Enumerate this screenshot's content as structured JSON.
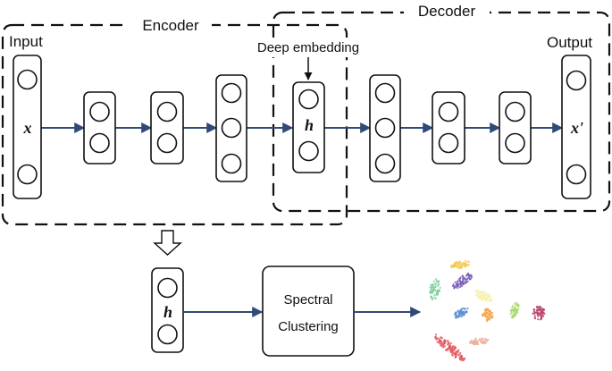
{
  "encoder": {
    "title": "Encoder",
    "input_label": "Input",
    "input_var": "x"
  },
  "decoder": {
    "title": "Decoder",
    "output_label": "Output",
    "output_var": "x'"
  },
  "bottleneck": {
    "annotation": "Deep embedding",
    "var": "h"
  },
  "pipeline": {
    "embedding_var": "h",
    "box_line1": "Spectral",
    "box_line2": "Clustering"
  },
  "colors": {
    "arrow": "#2f4a78",
    "stroke": "#111111",
    "clusters": [
      "#f2c84b",
      "#7b5fb4",
      "#7fcf9e",
      "#f6f0a5",
      "#5b8fd6",
      "#f4a64a",
      "#a6d86a",
      "#b8456a",
      "#e05860",
      "#e9b0a0"
    ]
  }
}
